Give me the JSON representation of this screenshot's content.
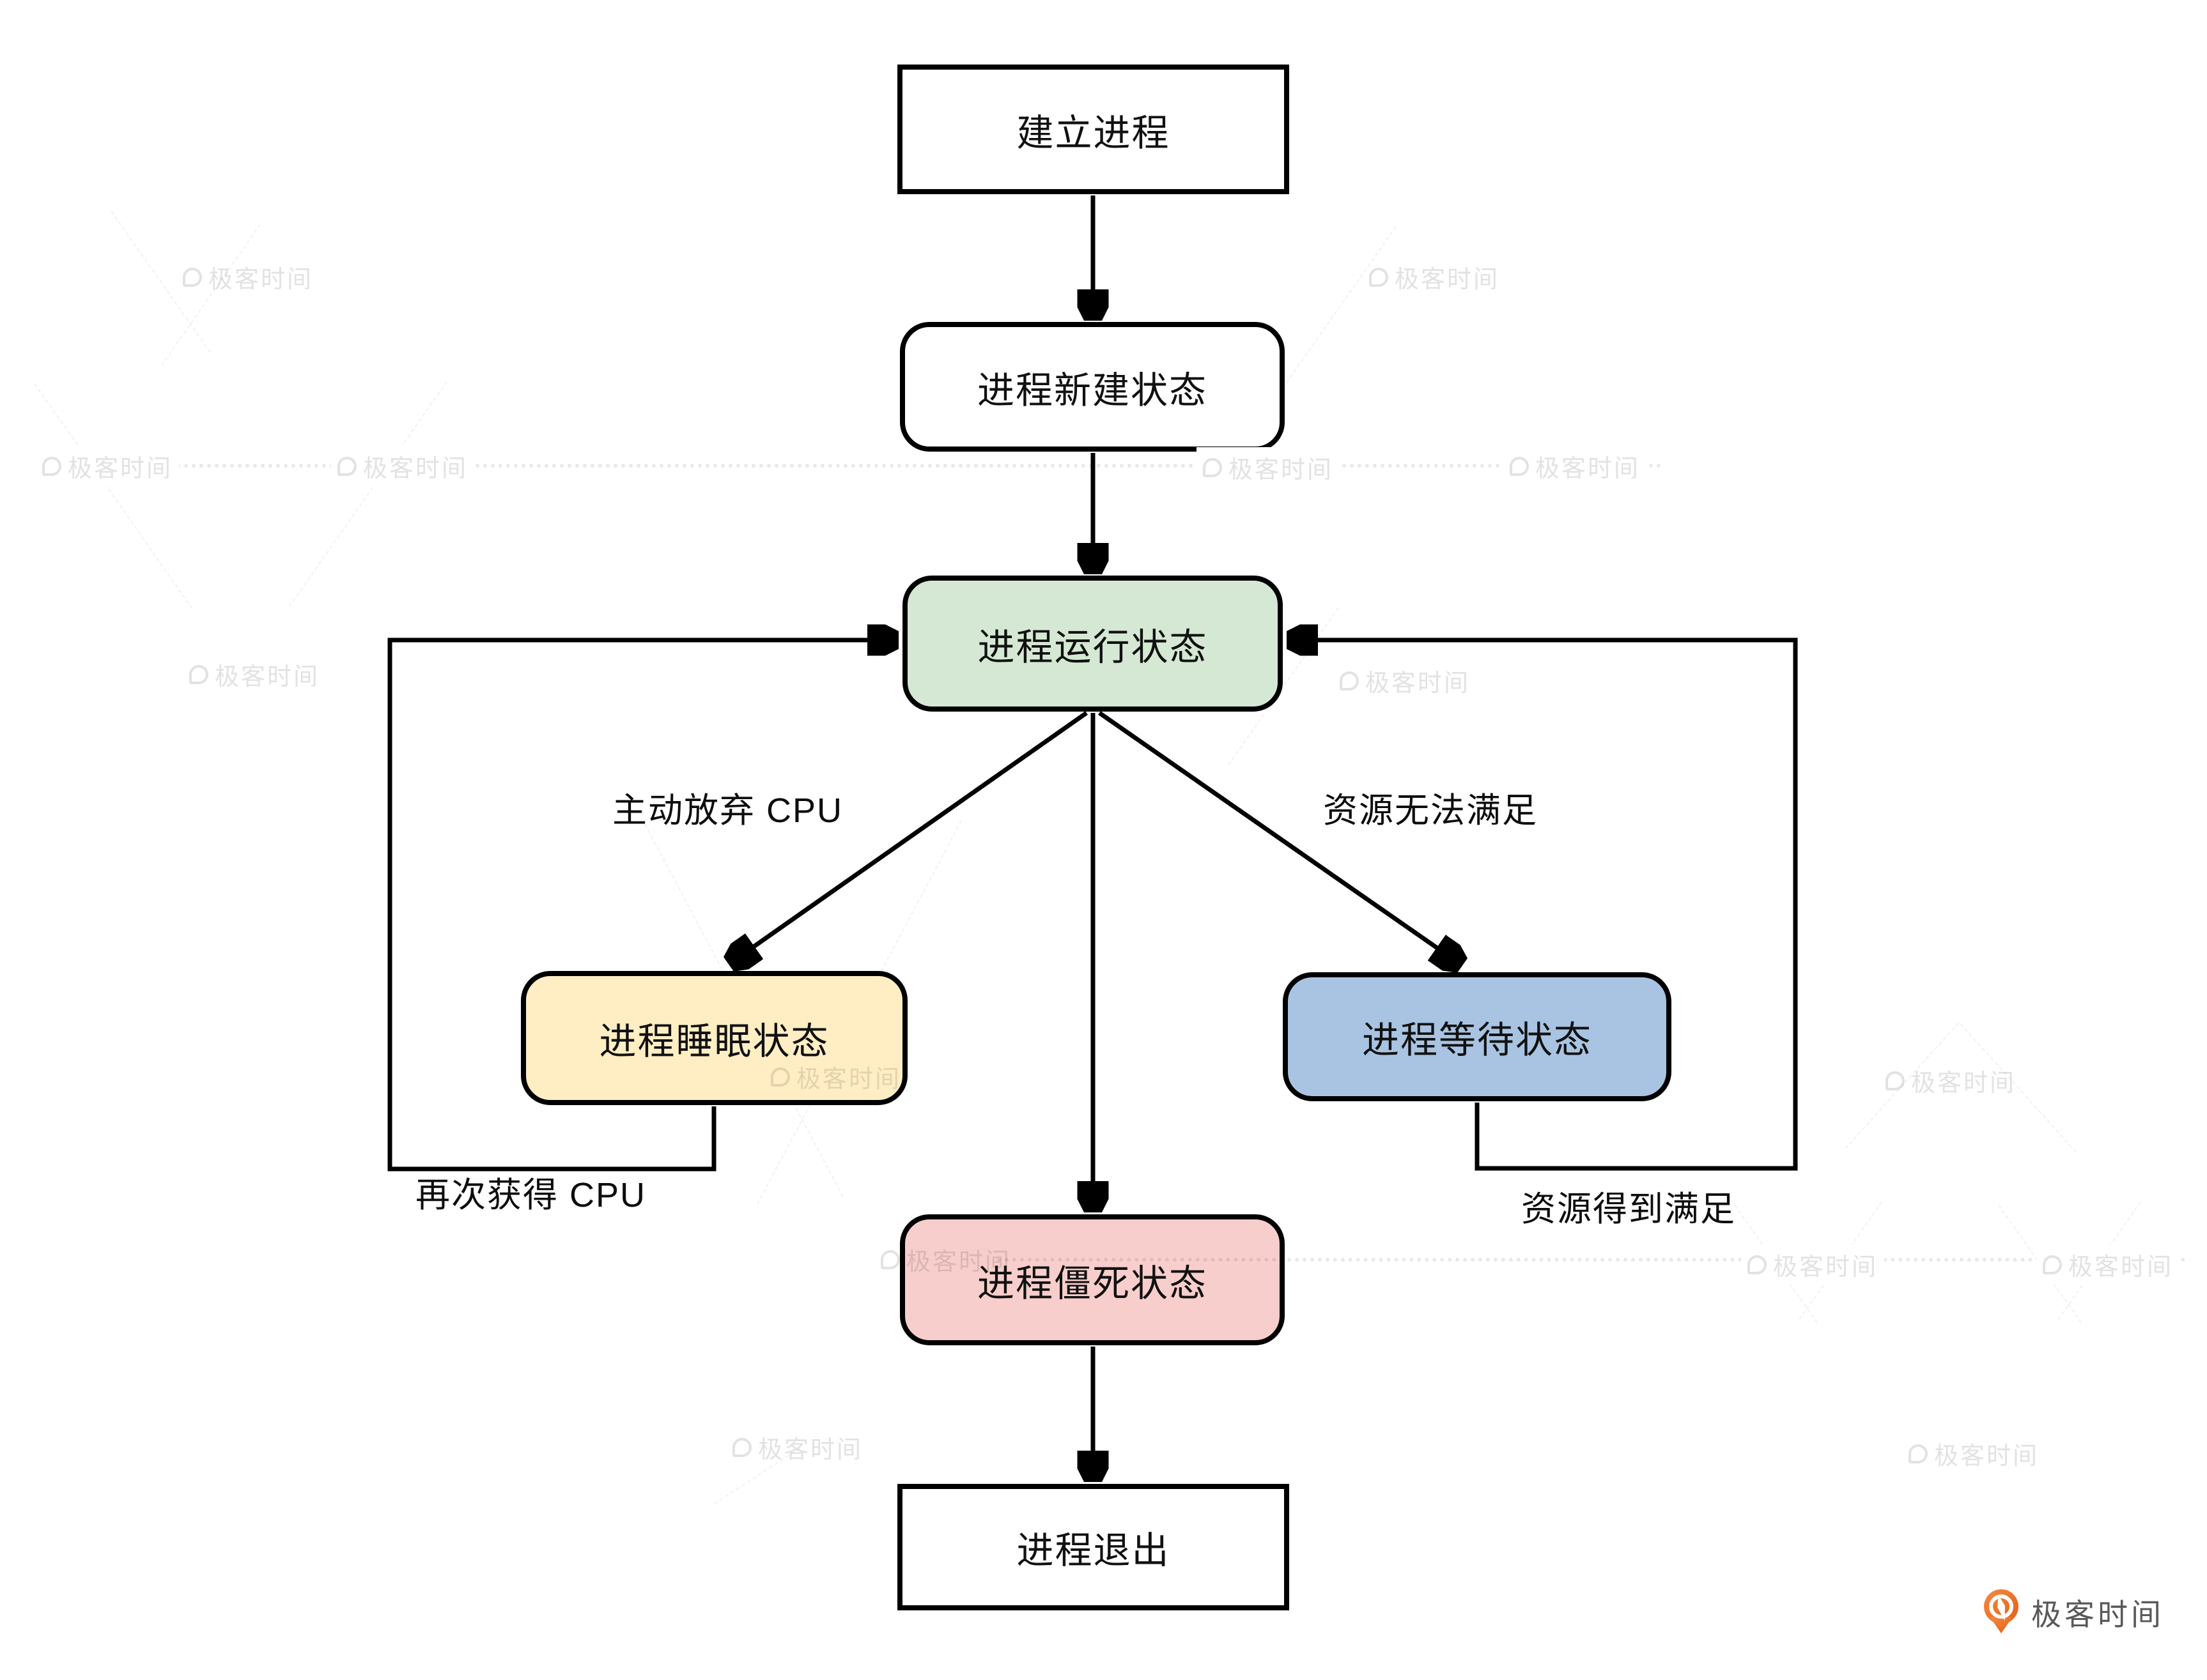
{
  "watermark": {
    "text": "极客时间"
  },
  "brand": {
    "name": "极客时间",
    "accent_color": "#ED6A1C",
    "text_color": "#595959"
  },
  "diagram": {
    "nodes": [
      {
        "id": "create",
        "label": "建立进程",
        "shape": "rectangle",
        "fill": "#ffffff"
      },
      {
        "id": "new",
        "label": "进程新建状态",
        "shape": "rounded",
        "fill": "#ffffff"
      },
      {
        "id": "running",
        "label": "进程运行状态",
        "shape": "rounded",
        "fill": "#d5e8d4"
      },
      {
        "id": "sleep",
        "label": "进程睡眠状态",
        "shape": "rounded",
        "fill": "#ffeec4"
      },
      {
        "id": "wait",
        "label": "进程等待状态",
        "shape": "rounded",
        "fill": "#a8c4e2"
      },
      {
        "id": "zombie",
        "label": "进程僵死状态",
        "shape": "rounded",
        "fill": "#f7cecb"
      },
      {
        "id": "exit",
        "label": "进程退出",
        "shape": "rectangle",
        "fill": "#ffffff"
      }
    ],
    "edges": [
      {
        "from": "create",
        "to": "new",
        "label": ""
      },
      {
        "from": "new",
        "to": "running",
        "label": ""
      },
      {
        "from": "running",
        "to": "sleep",
        "label": "主动放弃 CPU"
      },
      {
        "from": "running",
        "to": "zombie",
        "label": ""
      },
      {
        "from": "running",
        "to": "wait",
        "label": "资源无法满足"
      },
      {
        "from": "sleep",
        "to": "running",
        "label": "再次获得 CPU"
      },
      {
        "from": "wait",
        "to": "running",
        "label": "资源得到满足"
      },
      {
        "from": "zombie",
        "to": "exit",
        "label": ""
      }
    ],
    "edge_labels": {
      "give_up_cpu": "主动放弃 CPU",
      "resource_unmet": "资源无法满足",
      "regain_cpu": "再次获得 CPU",
      "resource_met": "资源得到满足"
    }
  }
}
